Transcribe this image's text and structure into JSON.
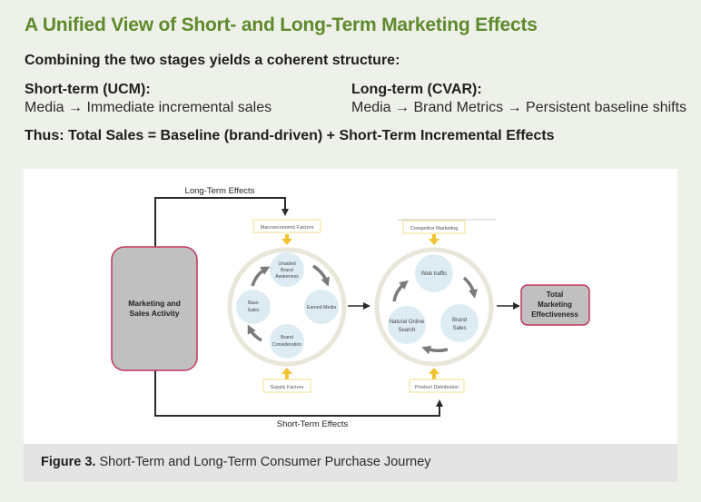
{
  "header": {
    "title": "A Unified View of Short- and Long-Term Marketing Effects",
    "intro": "Combining the two stages yields a coherent structure:",
    "short_term": {
      "heading": "Short-term (UCM):",
      "text": "Media → Immediate incremental sales"
    },
    "long_term": {
      "heading": "Long-term (CVAR):",
      "text": "Media → Brand Metrics → Persistent baseline shifts"
    },
    "conclusion": "Thus: Total Sales = Baseline (brand-driven) + Short-Term Incremental Effects"
  },
  "diagram": {
    "long_term_label": "Long-Term Effects",
    "short_term_label": "Short-Term Effects",
    "source_box": [
      "Marketing and",
      "Sales Activity"
    ],
    "target_box": [
      "Total",
      "Marketing",
      "Effectiveness"
    ],
    "cycle1": {
      "top_factor": "Macroeconomic Factors",
      "bottom_factor": "Supply Factors",
      "nodes": {
        "top": [
          "Unaided",
          "Brand",
          "Awareness"
        ],
        "right": [
          "Earned Media"
        ],
        "bottom": [
          "Brand",
          "Consideration"
        ],
        "left": [
          "Base",
          "Sales"
        ]
      }
    },
    "cycle2": {
      "top_factor": "Competitor Marketing",
      "bottom_factor": "Product Distribution",
      "nodes": {
        "top": [
          "Web traffic"
        ],
        "right": [
          "Brand",
          "Sales"
        ],
        "left": [
          "Natural Online",
          "Search"
        ]
      }
    },
    "colors": {
      "box_fill": "#c0c0c0",
      "box_border": "#c0385a",
      "node_fill": "#deedf4",
      "ring": "#e9e6da",
      "factor_border": "#f3df8a",
      "factor_arrow": "#f2c230",
      "cycle_arrow": "#7a7a7a"
    }
  },
  "figure": {
    "label": "Figure 3.",
    "caption": "Short-Term and Long-Term Consumer Purchase Journey"
  }
}
